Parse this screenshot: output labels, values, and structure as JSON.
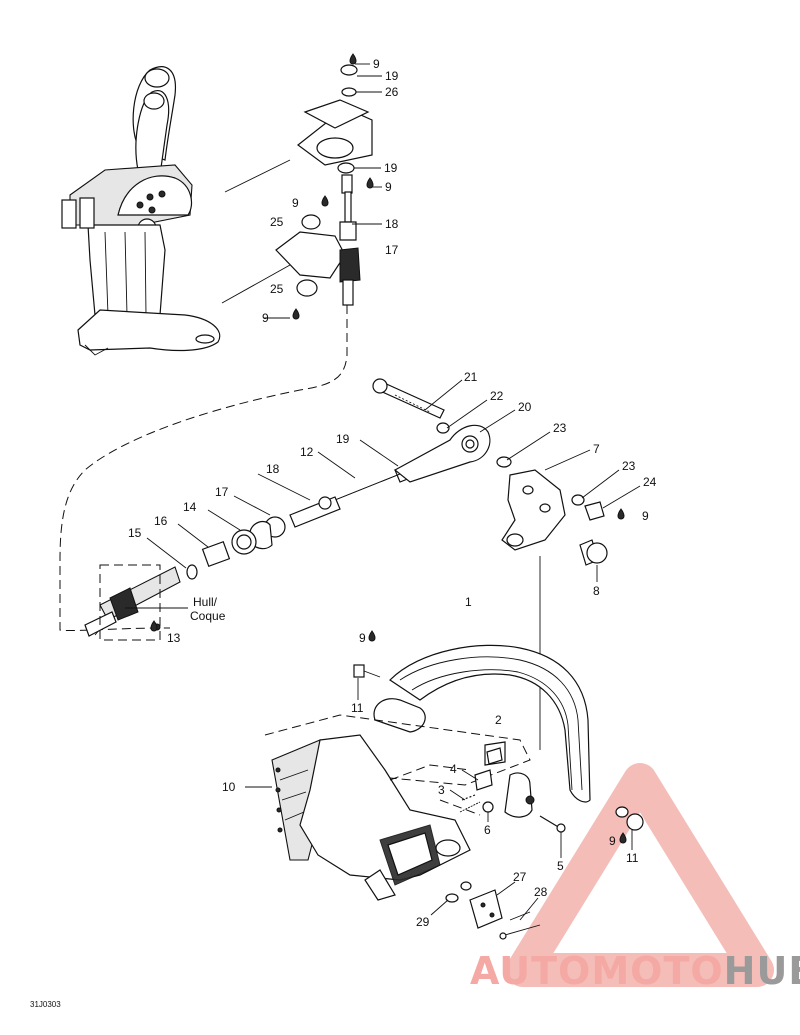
{
  "figure_code": "31J0303",
  "hull_label_line1": "Hull/",
  "hull_label_line2": "Coque",
  "callouts": [
    {
      "id": "c-9a",
      "text": "9"
    },
    {
      "id": "c-19a",
      "text": "19"
    },
    {
      "id": "c-26",
      "text": "26"
    },
    {
      "id": "c-19b",
      "text": "19"
    },
    {
      "id": "c-9b",
      "text": "9"
    },
    {
      "id": "c-9c",
      "text": "9"
    },
    {
      "id": "c-25a",
      "text": "25"
    },
    {
      "id": "c-18a",
      "text": "18"
    },
    {
      "id": "c-17a",
      "text": "17"
    },
    {
      "id": "c-25b",
      "text": "25"
    },
    {
      "id": "c-9d",
      "text": "9"
    },
    {
      "id": "c-21",
      "text": "21"
    },
    {
      "id": "c-22",
      "text": "22"
    },
    {
      "id": "c-20",
      "text": "20"
    },
    {
      "id": "c-19c",
      "text": "19"
    },
    {
      "id": "c-12",
      "text": "12"
    },
    {
      "id": "c-23a",
      "text": "23"
    },
    {
      "id": "c-7",
      "text": "7"
    },
    {
      "id": "c-18b",
      "text": "18"
    },
    {
      "id": "c-23b",
      "text": "23"
    },
    {
      "id": "c-24",
      "text": "24"
    },
    {
      "id": "c-17b",
      "text": "17"
    },
    {
      "id": "c-9e",
      "text": "9"
    },
    {
      "id": "c-14",
      "text": "14"
    },
    {
      "id": "c-16",
      "text": "16"
    },
    {
      "id": "c-15",
      "text": "15"
    },
    {
      "id": "c-8",
      "text": "8"
    },
    {
      "id": "c-1",
      "text": "1"
    },
    {
      "id": "c-13",
      "text": "13"
    },
    {
      "id": "c-9f",
      "text": "9"
    },
    {
      "id": "c-11a",
      "text": "11"
    },
    {
      "id": "c-2",
      "text": "2"
    },
    {
      "id": "c-10",
      "text": "10"
    },
    {
      "id": "c-4",
      "text": "4"
    },
    {
      "id": "c-3",
      "text": "3"
    },
    {
      "id": "c-6",
      "text": "6"
    },
    {
      "id": "c-5",
      "text": "5"
    },
    {
      "id": "c-9g",
      "text": "9"
    },
    {
      "id": "c-11b",
      "text": "11"
    },
    {
      "id": "c-27",
      "text": "27"
    },
    {
      "id": "c-28",
      "text": "28"
    },
    {
      "id": "c-29",
      "text": "29"
    }
  ],
  "watermark": {
    "part1": "AUTO",
    "part2": "MOTO",
    "part3": "HUB",
    "color_light": "#f4a9a4",
    "color_dark": "#9a9a9a"
  }
}
